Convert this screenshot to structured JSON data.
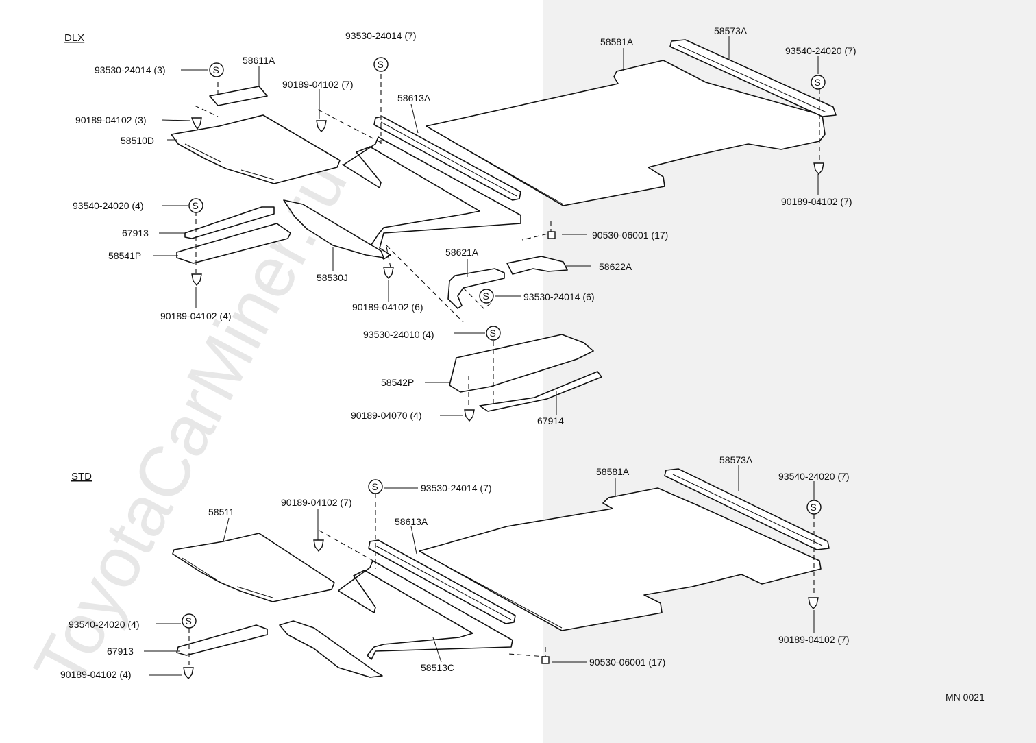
{
  "watermark": "ToyotaCarMiner.ru",
  "drawing_code": "MN 0021",
  "sections": {
    "dlx": {
      "title": "DLX",
      "labels": {
        "s_93530_24014_3": "93530-24014 (3)",
        "p_58611A": "58611A",
        "c_90189_04102_3": "90189-04102 (3)",
        "p_58510D": "58510D",
        "s_93530_24014_7": "93530-24014 (7)",
        "c_90189_04102_7a": "90189-04102 (7)",
        "p_58613A": "58613A",
        "p_58581A": "58581A",
        "p_58573A": "58573A",
        "s_93540_24020_7": "93540-24020 (7)",
        "c_90189_04102_7b": "90189-04102 (7)",
        "s_93540_24020_4": "93540-24020 (4)",
        "p_67913": "67913",
        "p_58541P": "58541P",
        "c_90189_04102_4": "90189-04102 (4)",
        "p_58530J": "58530J",
        "c_90189_04102_6": "90189-04102 (6)",
        "b_90530_06001_17": "90530-06001 (17)",
        "p_58621A": "58621A",
        "p_58622A": "58622A",
        "s_93530_24014_6": "93530-24014 (6)",
        "s_93530_24010_4": "93530-24010 (4)",
        "p_58542P": "58542P",
        "c_90189_04070_4": "90189-04070 (4)",
        "p_67914": "67914"
      }
    },
    "std": {
      "title": "STD",
      "labels": {
        "s_93530_24014_7": "93530-24014 (7)",
        "p_58511": "58511",
        "c_90189_04102_7a": "90189-04102 (7)",
        "p_58613A": "58613A",
        "p_58581A": "58581A",
        "p_58573A": "58573A",
        "s_93540_24020_7": "93540-24020 (7)",
        "c_90189_04102_7b": "90189-04102 (7)",
        "s_93540_24020_4": "93540-24020 (4)",
        "p_67913": "67913",
        "c_90189_04102_4": "90189-04102 (4)",
        "p_58513C": "58513C",
        "b_90530_06001_17": "90530-06001 (17)"
      }
    }
  },
  "symbol_letter": "S"
}
